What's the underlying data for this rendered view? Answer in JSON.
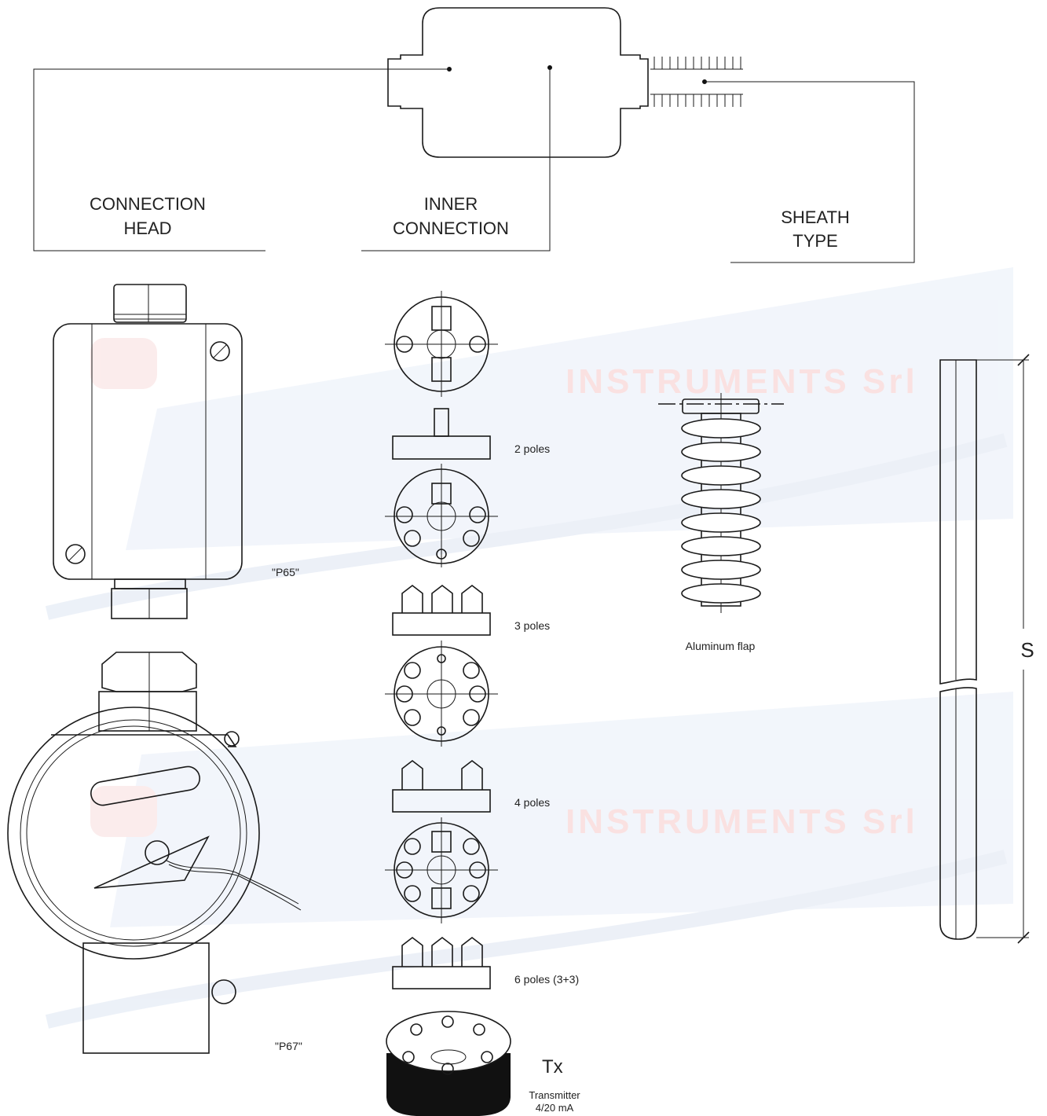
{
  "labels": {
    "connection_head": [
      "CONNECTION",
      "HEAD"
    ],
    "inner_connection": [
      "INNER",
      "CONNECTION"
    ],
    "sheath_type": [
      "SHEATH",
      "TYPE"
    ],
    "p65": "\"P65\"",
    "p67": "\"P67\"",
    "poles_2": "2 poles",
    "poles_3": "3 poles",
    "poles_4": "4 poles",
    "poles_6": "6 poles (3+3)",
    "tx": "Tx",
    "transmitter": [
      "Transmitter",
      "4/20 mA"
    ],
    "aluminum_flap": "Aluminum flap",
    "dimension_s": "S"
  },
  "watermark": {
    "text": "INSTRUMENTS Srl",
    "color": "#f6c9c9"
  }
}
